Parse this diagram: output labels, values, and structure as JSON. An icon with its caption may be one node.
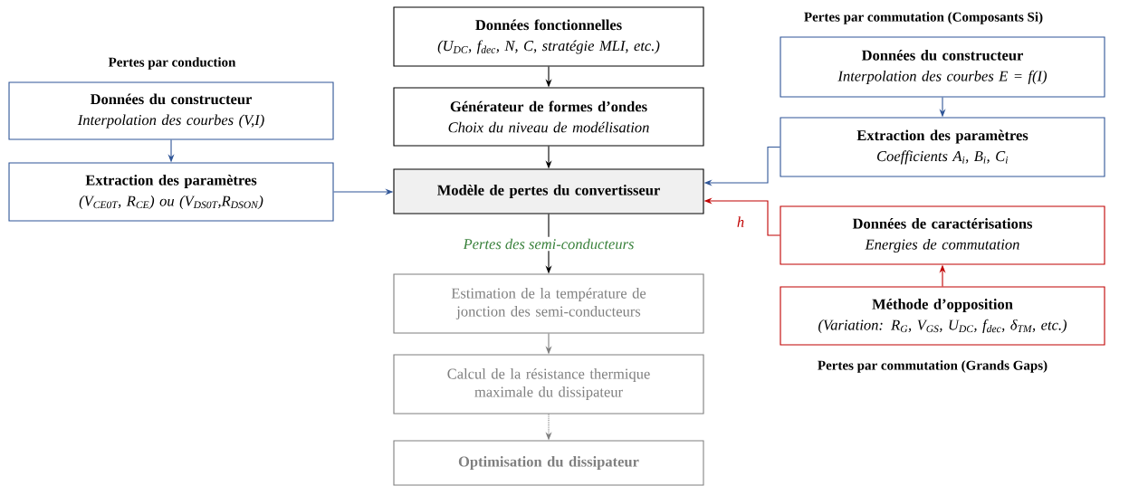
{
  "diagram": {
    "nodes": [
      {
        "text": [
          "Données fonctionnelles",
          "(U$_{DC}$, f$_{dec}$, N, C, stratégie MLI, etc.)"
        ]
      },
      {
        "text": [
          "Générateur de formes d’ondes",
          "Choix du niveau de modélisation"
        ]
      },
      {
        "text": [
          "Modèle de pertes du convertisseur"
        ]
      },
      {
        "text": [
          "Estimation de la température de jonction des semi-conducteurs"
        ]
      },
      {
        "text": [
          "Calcul de la résistance thermique maximale du dissipateur"
        ]
      },
      {
        "text": [
          "Optimisation du dissipateur"
        ]
      },
      {
        "text": [
          "Données du constructeur",
          "Interpolation des courbes (V,I)"
        ]
      },
      {
        "text": [
          "Extraction des paramètres",
          "(V$_{CE0T}$, R$_{CE}$) ou (V$_{DS0T}$,R$_{DSON}$)"
        ]
      },
      {
        "text": [
          "Données du constructeur",
          "Interpolation des courbes E = f(I)"
        ]
      },
      {
        "text": [
          "Extraction des paramètres",
          "Coefficients A$_{i}$, B$_{i}$, C$_{i}$"
        ]
      },
      {
        "text": [
          "Données de caractérisations",
          "Energies de commutation"
        ]
      },
      {
        "text": [
          "Méthode d’opposition",
          "(Variation: R$_{G}$, V$_{GS}$, U$_{DC}$, f$_{dec}$, δ$_{TM}$, etc.)"
        ]
      }
    ],
    "edges": [
      {
        "from": 0,
        "to": 1,
        "arrow": "to",
        "color": "#000000"
      },
      {
        "from": 1,
        "to": 2,
        "arrow": "to",
        "color": "#000000"
      },
      {
        "from": 2,
        "to": 3,
        "arrow": "to",
        "color": "#000000",
        "label": "Pertes des semi-conducteurs"
      },
      {
        "from": 3,
        "to": 4,
        "arrow": "to",
        "color": "#7f7f7f"
      },
      {
        "from": 4,
        "to": 5,
        "arrow": "to",
        "color": "#7f7f7f",
        "style": "dashed"
      },
      {
        "from": 6,
        "to": 7,
        "arrow": "to"
      },
      {
        "from": 7,
        "to": 2,
        "arrow": "to"
      },
      {
        "from": 8,
        "to": 9,
        "arrow": "to"
      },
      {
        "from": 9,
        "to": 2,
        "arrow": "to"
      },
      {
        "from": 11,
        "to": 10,
        "arrow": "to",
        "color": "#c00000"
      },
      {
        "from": 10,
        "to": 2,
        "arrow": "to",
        "color": "#c00000",
        "label": "h"
      }
    ],
    "labels": [
      "Pertes par commutation (Composants Si)",
      "Pertes par conduction",
      "Pertes par commutation (Grands Gaps)"
    ]
  }
}
